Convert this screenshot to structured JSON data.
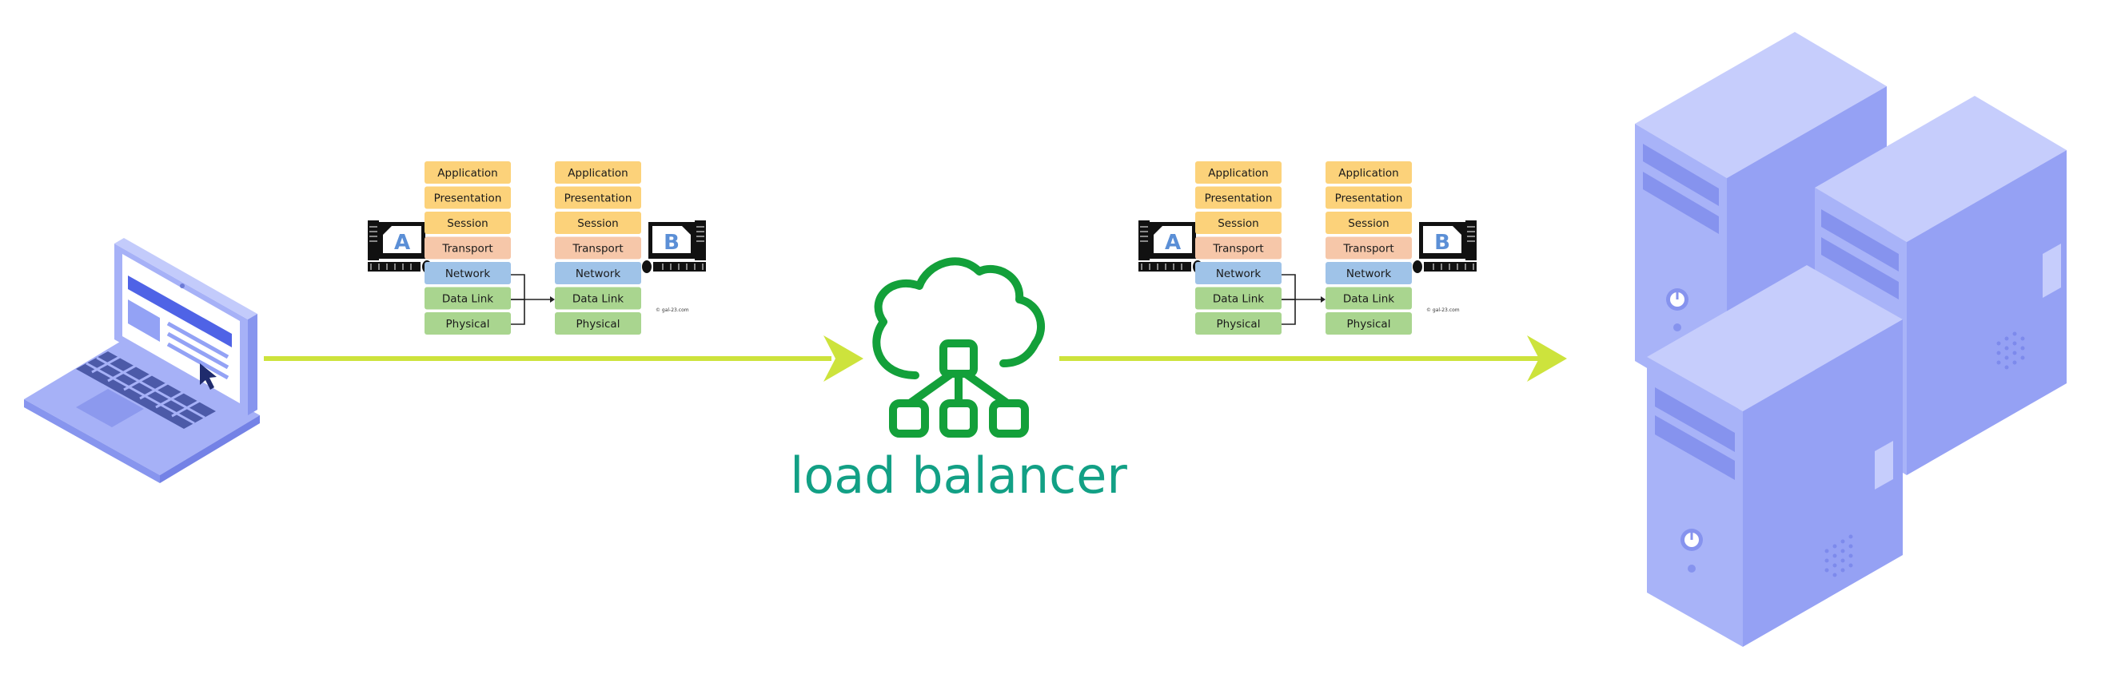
{
  "diagram": {
    "load_balancer_caption": "load balancer",
    "osi_layers": [
      "Application",
      "Presentation",
      "Session",
      "Transport",
      "Network",
      "Data Link",
      "Physical"
    ],
    "layer_colors": [
      "#fcd27a",
      "#fcd27a",
      "#fcd27a",
      "#f6c7a9",
      "#9fc3e8",
      "#a9d58f",
      "#a9d58f"
    ],
    "host_a_letter": "A",
    "host_b_letter": "B",
    "credit_text": "© gal-23.com",
    "colors": {
      "arrow": "#cde33c",
      "load_balancer_icon": "#13a03a",
      "caption": "#12a085",
      "device": "#a5b0f6",
      "device_dark": "#8a98f2"
    },
    "icons": [
      "laptop-icon",
      "osi-model-diagram",
      "load-balancer-icon",
      "server-cluster-icon",
      "arrow-icon"
    ]
  }
}
